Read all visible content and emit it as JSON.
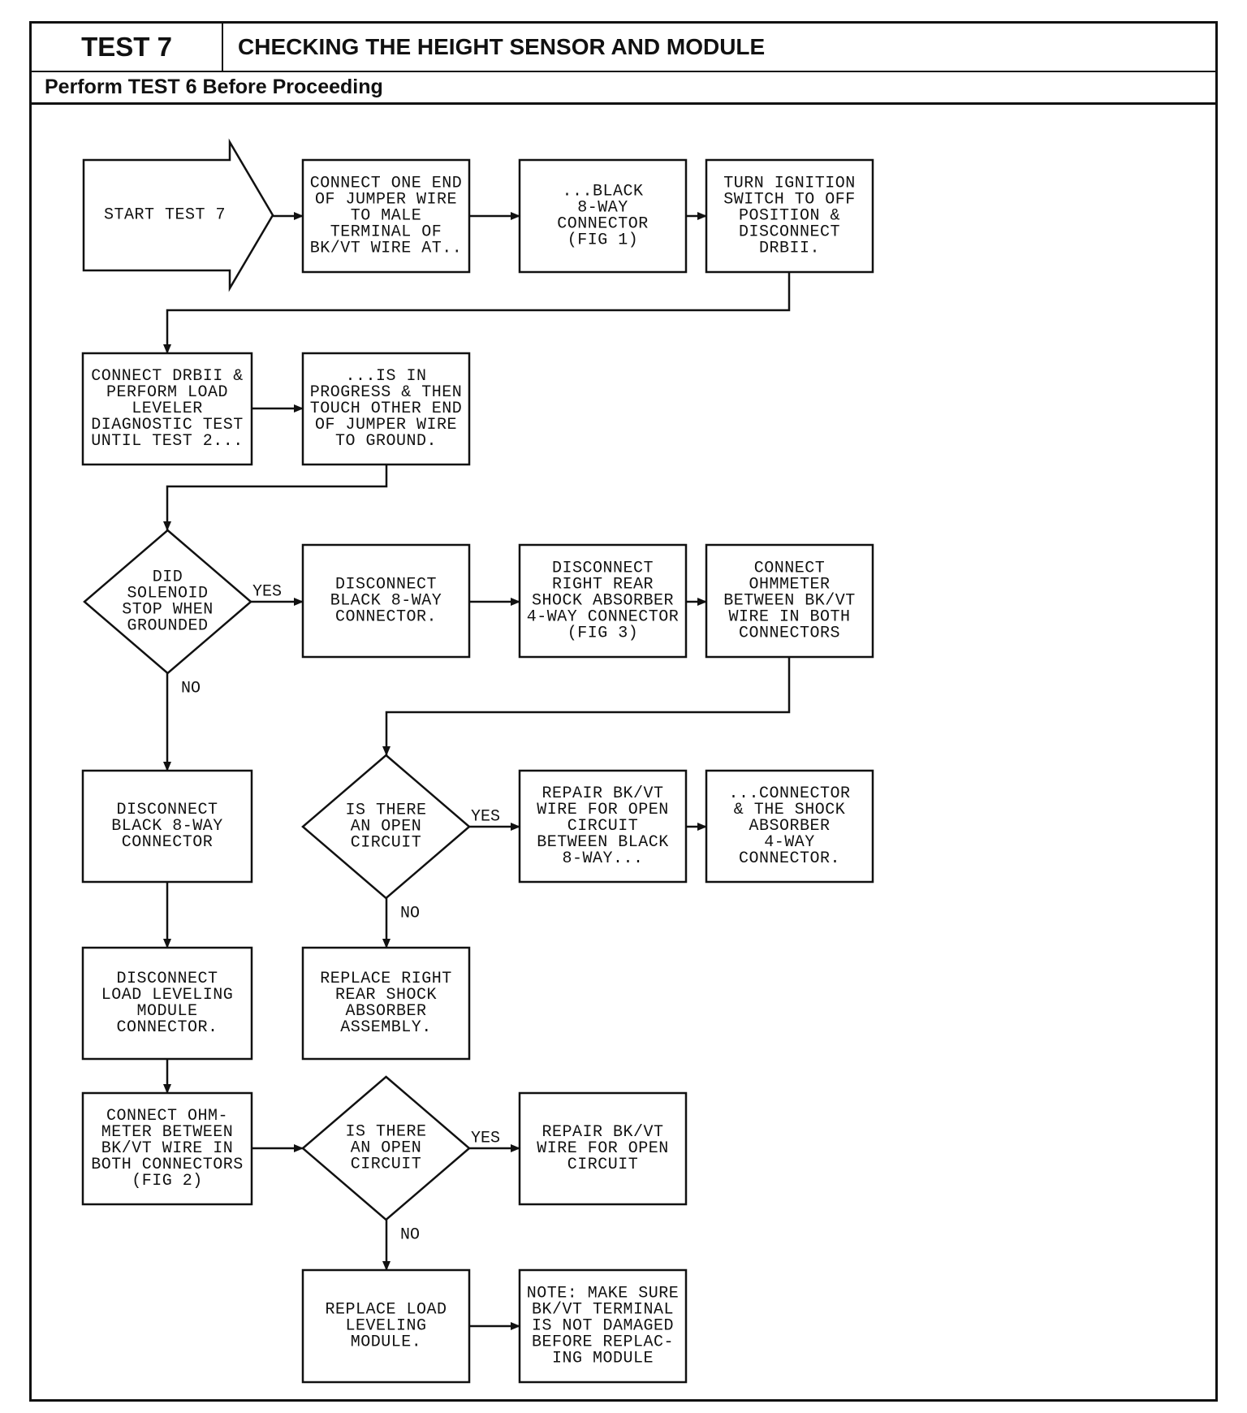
{
  "header": {
    "test_label": "TEST 7",
    "title": "CHECKING THE HEIGHT SENSOR AND MODULE",
    "subtitle": "Perform TEST 6 Before Proceeding"
  },
  "colors": {
    "ink": "#111111",
    "background": "#ffffff"
  },
  "nodes": {
    "start": [
      "START TEST 7"
    ],
    "jumper_connect": [
      "CONNECT ONE END",
      "OF JUMPER WIRE",
      "TO MALE",
      "TERMINAL OF",
      "BK/VT WIRE AT.."
    ],
    "black_connector": [
      "...BLACK",
      "8-WAY",
      "CONNECTOR",
      "(FIG 1)"
    ],
    "ignition_off": [
      "TURN IGNITION",
      "SWITCH TO OFF",
      "POSITION &",
      "DISCONNECT",
      "DRBII."
    ],
    "connect_drbii": [
      "CONNECT DRBII &",
      "PERFORM LOAD",
      "LEVELER",
      "DIAGNOSTIC TEST",
      "UNTIL TEST 2..."
    ],
    "in_progress": [
      "...IS IN",
      "PROGRESS & THEN",
      "TOUCH OTHER END",
      "OF JUMPER WIRE",
      "TO GROUND."
    ],
    "solenoid_q": [
      "DID",
      "SOLENOID",
      "STOP WHEN",
      "GROUNDED"
    ],
    "disc_black_1": [
      "DISCONNECT",
      "BLACK 8-WAY",
      "CONNECTOR."
    ],
    "disc_shock": [
      "DISCONNECT",
      "RIGHT REAR",
      "SHOCK ABSORBER",
      "4-WAY CONNECTOR",
      "(FIG 3)"
    ],
    "ohm_1": [
      "CONNECT",
      "OHMMETER",
      "BETWEEN BK/VT",
      "WIRE IN BOTH",
      "CONNECTORS"
    ],
    "disc_black_2": [
      "DISCONNECT",
      "BLACK 8-WAY",
      "CONNECTOR"
    ],
    "open_q1": [
      "IS THERE",
      "AN OPEN",
      "CIRCUIT"
    ],
    "repair_1": [
      "REPAIR BK/VT",
      "WIRE FOR OPEN",
      "CIRCUIT",
      "BETWEEN BLACK",
      "8-WAY..."
    ],
    "repair_1b": [
      "...CONNECTOR",
      "& THE SHOCK",
      "ABSORBER",
      "4-WAY",
      "CONNECTOR."
    ],
    "disc_module": [
      "DISCONNECT",
      "LOAD LEVELING",
      "MODULE",
      "CONNECTOR."
    ],
    "replace_shock": [
      "REPLACE RIGHT",
      "REAR SHOCK",
      "ABSORBER",
      "ASSEMBLY."
    ],
    "ohm_2": [
      "CONNECT OHM-",
      "METER BETWEEN",
      "BK/VT WIRE IN",
      "BOTH CONNECTORS",
      "(FIG 2)"
    ],
    "open_q2": [
      "IS THERE",
      "AN OPEN",
      "CIRCUIT"
    ],
    "repair_2": [
      "REPAIR BK/VT",
      "WIRE FOR OPEN",
      "CIRCUIT"
    ],
    "replace_module": [
      "REPLACE LOAD",
      "LEVELING",
      "MODULE."
    ],
    "note": [
      "NOTE: MAKE SURE",
      "BK/VT TERMINAL",
      "IS NOT DAMAGED",
      "BEFORE REPLAC-",
      "ING MODULE"
    ]
  },
  "edge_labels": {
    "yes": "YES",
    "no": "NO"
  }
}
